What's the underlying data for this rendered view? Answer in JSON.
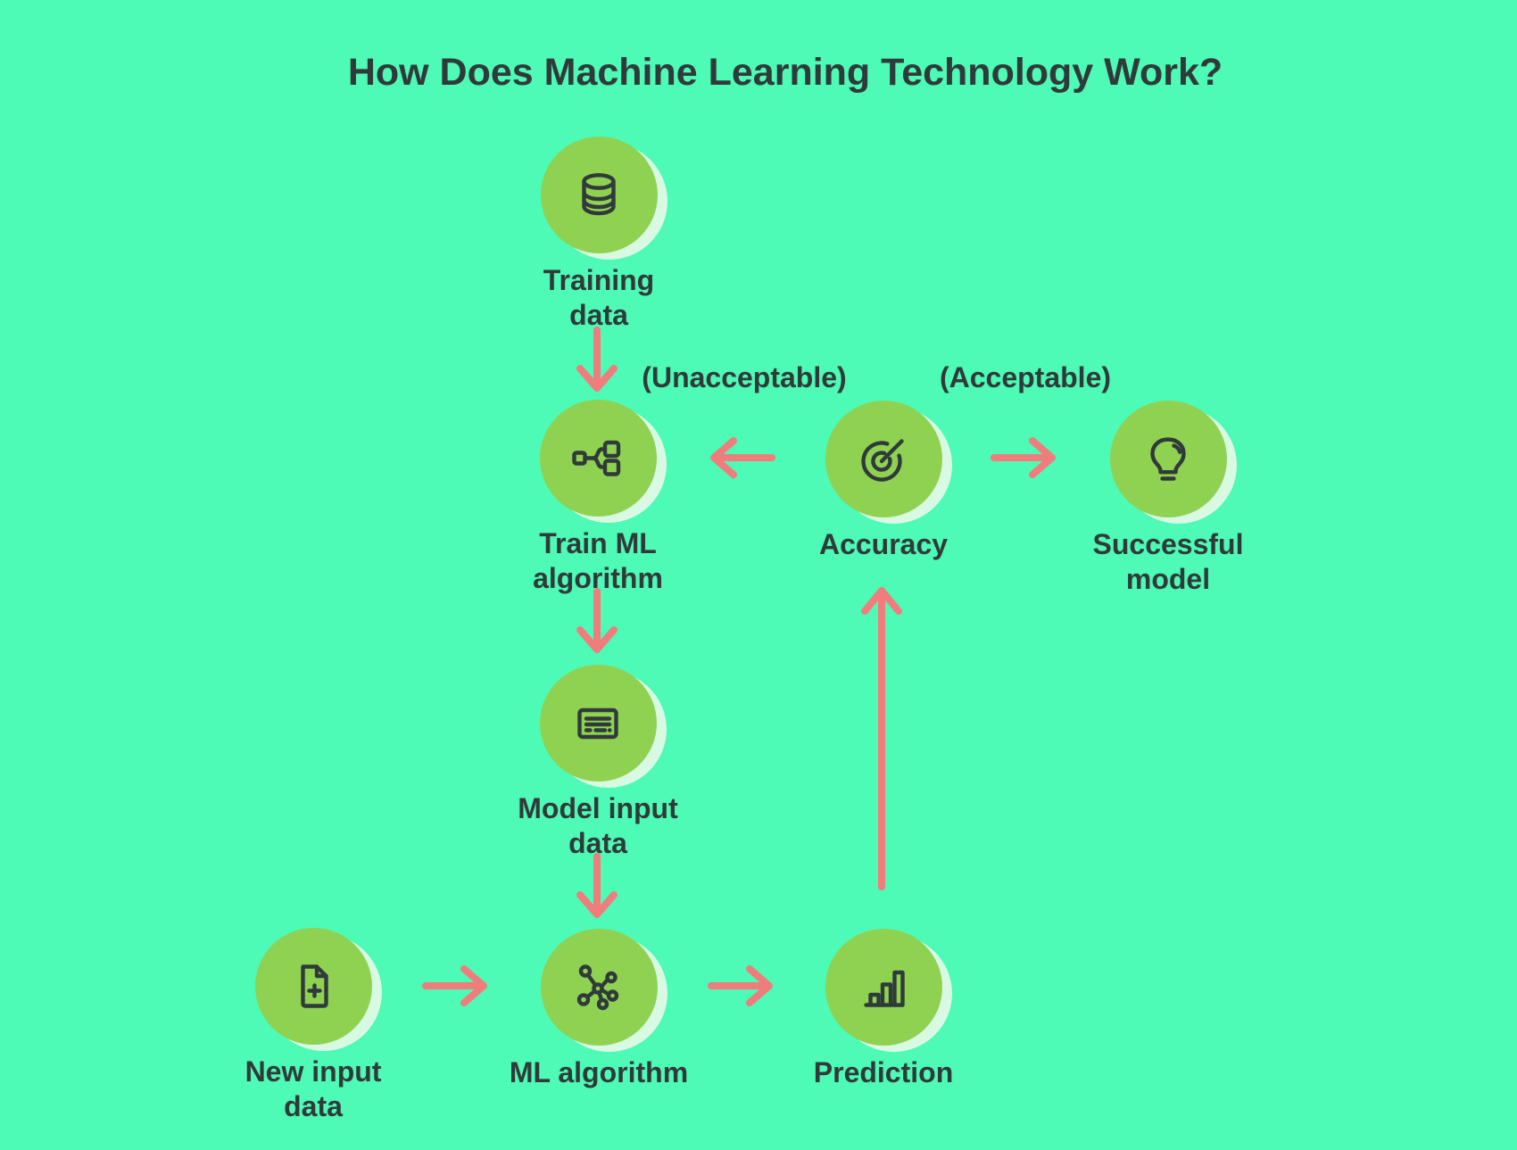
{
  "title": "How Does Machine Learning Technology Work?",
  "nodes": [
    {
      "id": "training-data",
      "icon": "database-icon",
      "lines": [
        "Training",
        "data"
      ]
    },
    {
      "id": "train-ml",
      "icon": "workflow-icon",
      "lines": [
        "Train ML",
        "algorithm"
      ]
    },
    {
      "id": "accuracy",
      "icon": "target-icon",
      "lines": [
        "Accuracy"
      ]
    },
    {
      "id": "successful-model",
      "icon": "lightbulb-icon",
      "lines": [
        "Successful",
        "model"
      ]
    },
    {
      "id": "model-input",
      "icon": "text-card-icon",
      "lines": [
        "Model input",
        "data"
      ]
    },
    {
      "id": "new-input",
      "icon": "document-plus-icon",
      "lines": [
        "New input",
        "data"
      ]
    },
    {
      "id": "ml-algorithm",
      "icon": "network-icon",
      "lines": [
        "ML algorithm"
      ]
    },
    {
      "id": "prediction",
      "icon": "bar-chart-icon",
      "lines": [
        "Prediction"
      ]
    }
  ],
  "annotations": {
    "unacceptable": "(Unacceptable)",
    "acceptable": "(Acceptable)"
  },
  "colors": {
    "background": "#4DFAB6",
    "node_fill": "#8FD251",
    "node_shadow": "#D8FAE3",
    "ink": "#303A3A",
    "arrow": "#F17C7C"
  }
}
